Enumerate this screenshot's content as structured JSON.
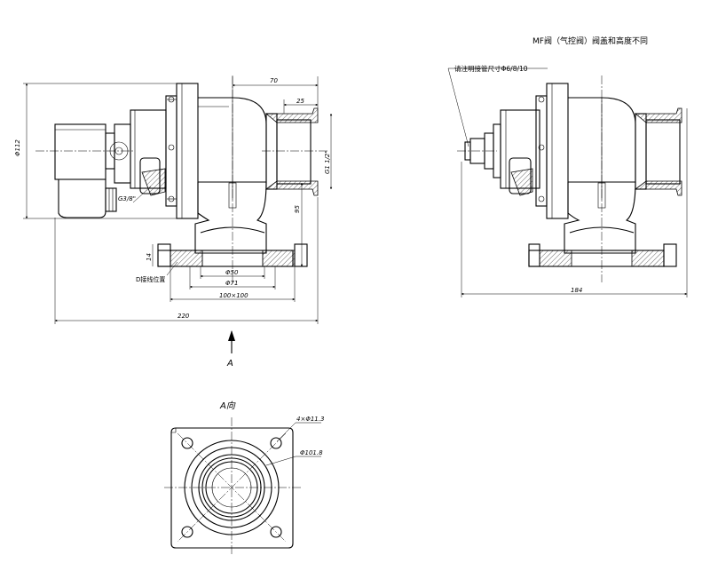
{
  "note_title": "MF阀（气控阀）阀盖和高度不同",
  "note_pipe": "请注明接管尺寸Φ6/8/10",
  "dims": {
    "d70": "70",
    "d25": "25",
    "d112": "Φ112",
    "g112": "G1 1/2\"",
    "g38": "G3/8\"",
    "d95": "95",
    "d14": "14",
    "d50": "Φ50",
    "d71": "Φ71",
    "d100": "100×100",
    "d220": "220",
    "d184": "184",
    "hole": "4×Φ11.3",
    "pcd": "Φ101.8"
  },
  "d_label": "D接线位置",
  "arrow_label": "A",
  "view_label": "A向"
}
